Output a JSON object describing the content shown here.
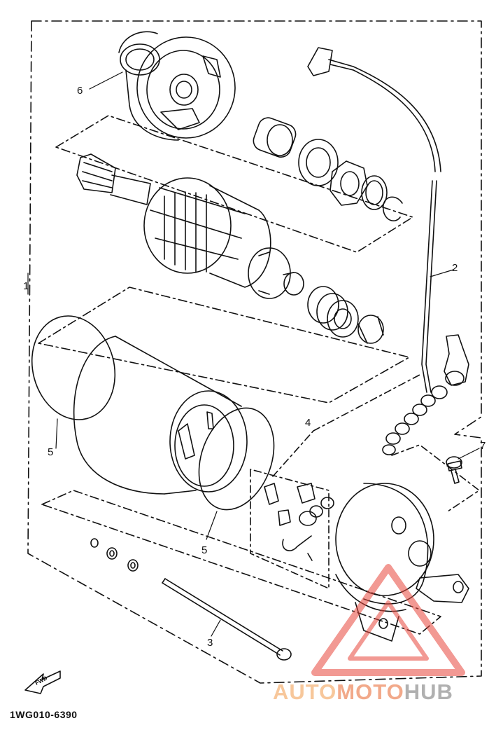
{
  "callouts": {
    "c1": "1",
    "c2": "2",
    "c3": "3",
    "c4": "4",
    "c5a": "5",
    "c5b": "5",
    "c6": "6",
    "c7": "7"
  },
  "fwd_label": "FWD",
  "part_code": "1WG010-6390",
  "watermark": {
    "part1": "AUTO",
    "part2": "MOTO",
    "part3": "HUB"
  },
  "colors": {
    "ink": "#111111",
    "wm_orange": "#f7c79b",
    "wm_red": "#e8463c",
    "wm_gray": "#b0b0b0"
  }
}
